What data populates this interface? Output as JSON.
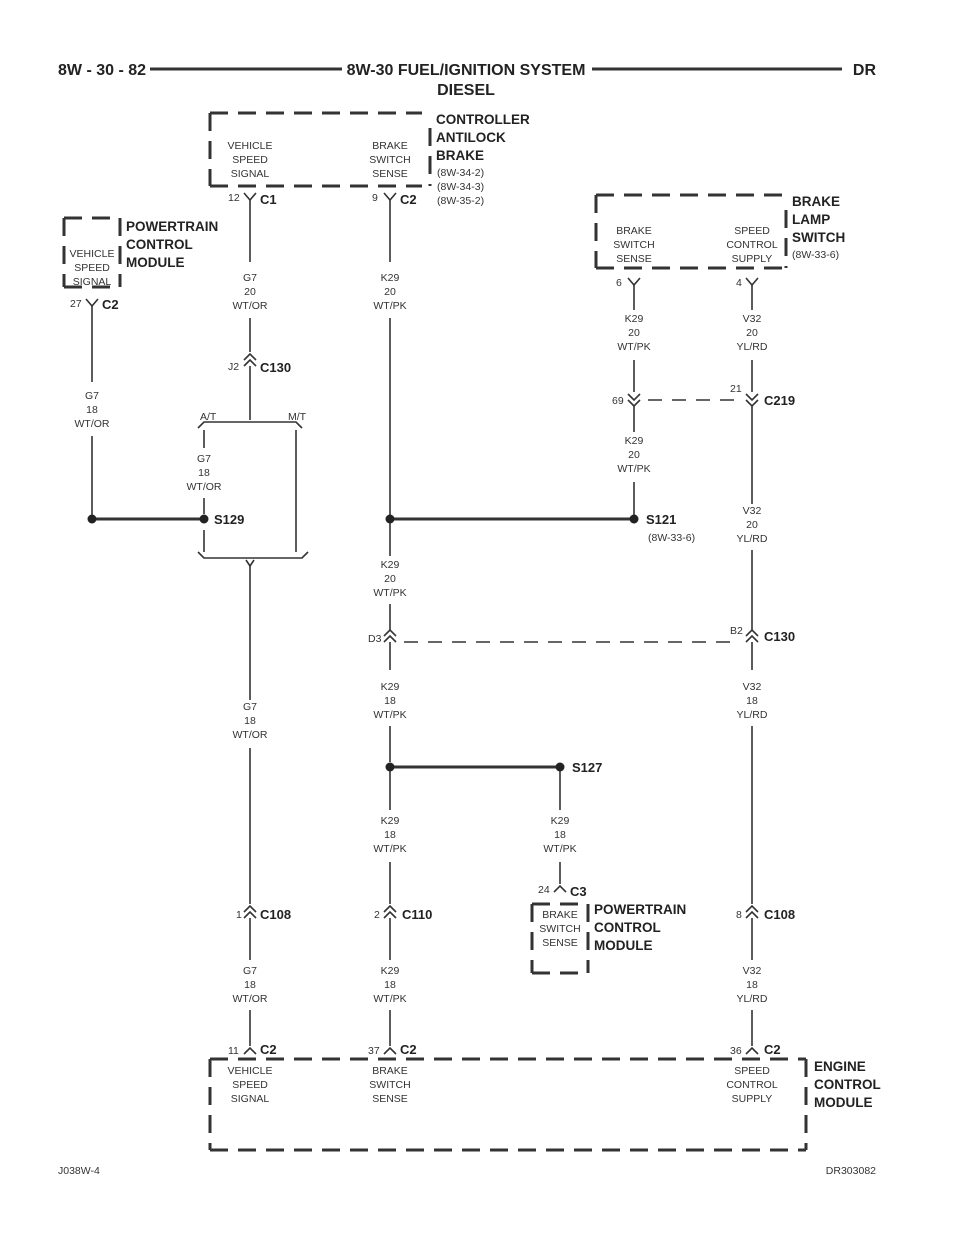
{
  "header": {
    "left": "8W - 30 - 82",
    "center_line1": "8W-30 FUEL/IGNITION SYSTEM",
    "center_line2": "DIESEL",
    "right": "DR"
  },
  "footer": {
    "left": "J038W-4",
    "right": "DR303082"
  },
  "modules": {
    "abs": {
      "name": [
        "CONTROLLER",
        "ANTILOCK",
        "BRAKE"
      ],
      "refs": [
        "(8W-34-2)",
        "(8W-34-3)",
        "(8W-35-2)"
      ],
      "pin_a": [
        "VEHICLE",
        "SPEED",
        "SIGNAL"
      ],
      "pin_b": [
        "BRAKE",
        "SWITCH",
        "SENSE"
      ]
    },
    "pcm_top": {
      "name": [
        "POWERTRAIN",
        "CONTROL",
        "MODULE"
      ],
      "pin": [
        "VEHICLE",
        "SPEED",
        "SIGNAL"
      ]
    },
    "bls": {
      "name": [
        "BRAKE",
        "LAMP",
        "SWITCH"
      ],
      "refs": [
        "(8W-33-6)"
      ],
      "pin_a": [
        "BRAKE",
        "SWITCH",
        "SENSE"
      ],
      "pin_b": [
        "SPEED",
        "CONTROL",
        "SUPPLY"
      ]
    },
    "pcm_mid": {
      "name": [
        "POWERTRAIN",
        "CONTROL",
        "MODULE"
      ],
      "pin": [
        "BRAKE",
        "SWITCH",
        "SENSE"
      ]
    },
    "ecm": {
      "name": [
        "ENGINE",
        "CONTROL",
        "MODULE"
      ],
      "pin_a": [
        "VEHICLE",
        "SPEED",
        "SIGNAL"
      ],
      "pin_b": [
        "BRAKE",
        "SWITCH",
        "SENSE"
      ],
      "pin_c": [
        "SPEED",
        "CONTROL",
        "SUPPLY"
      ]
    }
  },
  "connectors": {
    "abs_c1": {
      "pin": "12",
      "name": "C1"
    },
    "abs_c2": {
      "pin": "9",
      "name": "C2"
    },
    "pcm_c2": {
      "pin": "27",
      "name": "C2"
    },
    "bls_p6": {
      "pin": "6"
    },
    "bls_p4": {
      "pin": "4"
    },
    "c130_j2": {
      "pin": "J2",
      "name": "C130"
    },
    "c219": {
      "pin_a": "69",
      "pin_b": "21",
      "name": "C219"
    },
    "c130_b": {
      "pin_a": "D3",
      "pin_b": "B2",
      "name": "C130"
    },
    "c108_l": {
      "pin": "1",
      "name": "C108"
    },
    "c110": {
      "pin": "2",
      "name": "C110"
    },
    "pcm_c3": {
      "pin": "24",
      "name": "C3"
    },
    "c108_r": {
      "pin": "8",
      "name": "C108"
    },
    "ecm_c2_a": {
      "pin": "11",
      "name": "C2"
    },
    "ecm_c2_b": {
      "pin": "37",
      "name": "C2"
    },
    "ecm_c2_c": {
      "pin": "36",
      "name": "C2"
    }
  },
  "splices": {
    "s129": "S129",
    "s121": "S121",
    "s121_ref": "(8W-33-6)",
    "s127": "S127"
  },
  "options": {
    "at": "A/T",
    "mt": "M/T"
  },
  "wires": {
    "w1": [
      "G7",
      "20",
      "WT/OR"
    ],
    "w2": [
      "K29",
      "20",
      "WT/PK"
    ],
    "w3": [
      "G7",
      "18",
      "WT/OR"
    ],
    "w4": [
      "K29",
      "20",
      "WT/PK"
    ],
    "w5": [
      "V32",
      "20",
      "YL/RD"
    ],
    "w6": [
      "G7",
      "18",
      "WT/OR"
    ],
    "w7": [
      "K29",
      "20",
      "WT/PK"
    ],
    "w8": [
      "V32",
      "20",
      "YL/RD"
    ],
    "w9": [
      "K29",
      "20",
      "WT/PK"
    ],
    "w10": [
      "G7",
      "18",
      "WT/OR"
    ],
    "w11": [
      "K29",
      "18",
      "WT/PK"
    ],
    "w12": [
      "V32",
      "18",
      "YL/RD"
    ],
    "w13": [
      "K29",
      "18",
      "WT/PK"
    ],
    "w14": [
      "K29",
      "18",
      "WT/PK"
    ],
    "w15": [
      "G7",
      "18",
      "WT/OR"
    ],
    "w16": [
      "K29",
      "18",
      "WT/PK"
    ],
    "w17": [
      "V32",
      "18",
      "YL/RD"
    ]
  }
}
